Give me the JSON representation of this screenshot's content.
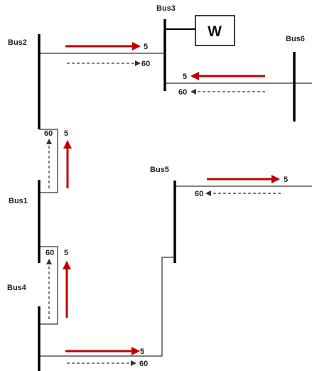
{
  "buses": {
    "bus1": "Bus1",
    "bus2": "Bus2",
    "bus3": "Bus3",
    "bus4": "Bus4",
    "bus5": "Bus5",
    "bus6": "Bus6"
  },
  "generator_label": "W",
  "flows": {
    "bus2_bus3": {
      "solid": "5",
      "dashed": "60"
    },
    "bus6_bus3": {
      "solid": "5",
      "dashed": "60"
    },
    "bus1_bus2": {
      "solid": "5",
      "dashed": "60"
    },
    "bus4_bus1": {
      "solid": "5",
      "dashed": "60"
    },
    "bus5_out": {
      "solid": "5",
      "dashed": "60"
    },
    "bus4_bus5": {
      "solid": "5",
      "dashed": "60"
    }
  },
  "colors": {
    "solid_arrow": "#c00000",
    "dashed_arrow": "#333333",
    "bus_bar": "#000000",
    "line": "#000000"
  }
}
